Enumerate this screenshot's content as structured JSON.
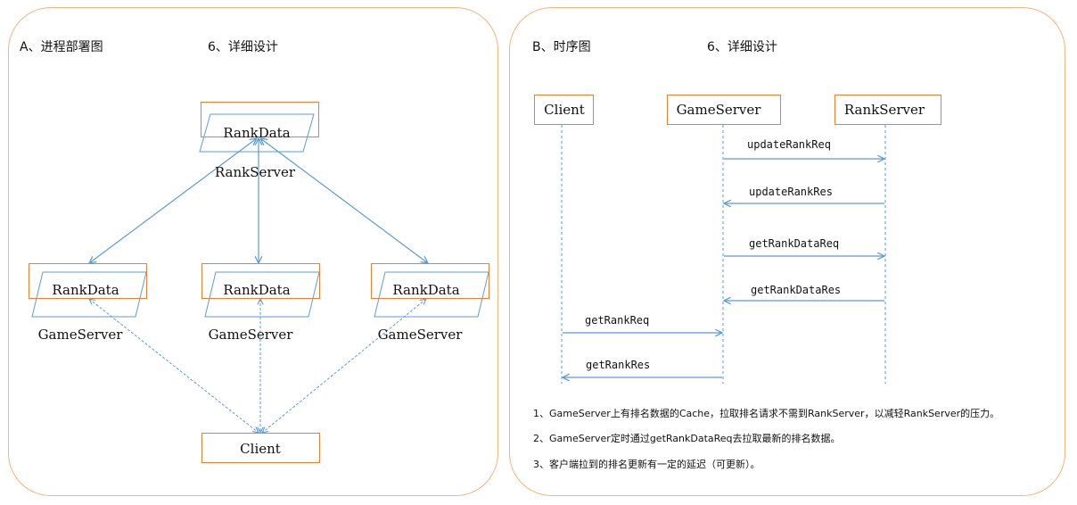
{
  "left_panel": {
    "title": "A、进程部署图",
    "subtitle": "6、详细设计",
    "rank_server": {
      "data_label": "RankData",
      "server_label": "RankServer"
    },
    "game_servers": [
      {
        "data_label": "RankData",
        "server_label": "GameServer"
      },
      {
        "data_label": "RankData",
        "server_label": "GameServer"
      },
      {
        "data_label": "RankData",
        "server_label": "GameServer"
      }
    ],
    "client_label": "Client"
  },
  "right_panel": {
    "title": "B、时序图",
    "subtitle": "6、详细设计",
    "participants": [
      "Client",
      "GameServer",
      "RankServer"
    ],
    "messages": [
      {
        "label": "updateRankReq"
      },
      {
        "label": "updateRankRes"
      },
      {
        "label": "getRankDataReq"
      },
      {
        "label": "getRankDataRes"
      },
      {
        "label": "getRankReq"
      },
      {
        "label": "getRankRes"
      }
    ],
    "notes": [
      "1、GameServer上有排名数据的Cache，拉取排名请求不需到RankServer，以减轻RankServer的压力。",
      "2、GameServer定时通过getRankDataReq去拉取最新的排名数据。",
      "3、客户端拉到的排名更新有一定的延迟（可更新）。"
    ]
  },
  "colors": {
    "panel_border": "#f6b27a",
    "box_border": "#ed7d31",
    "line": "#5b9bd5"
  }
}
